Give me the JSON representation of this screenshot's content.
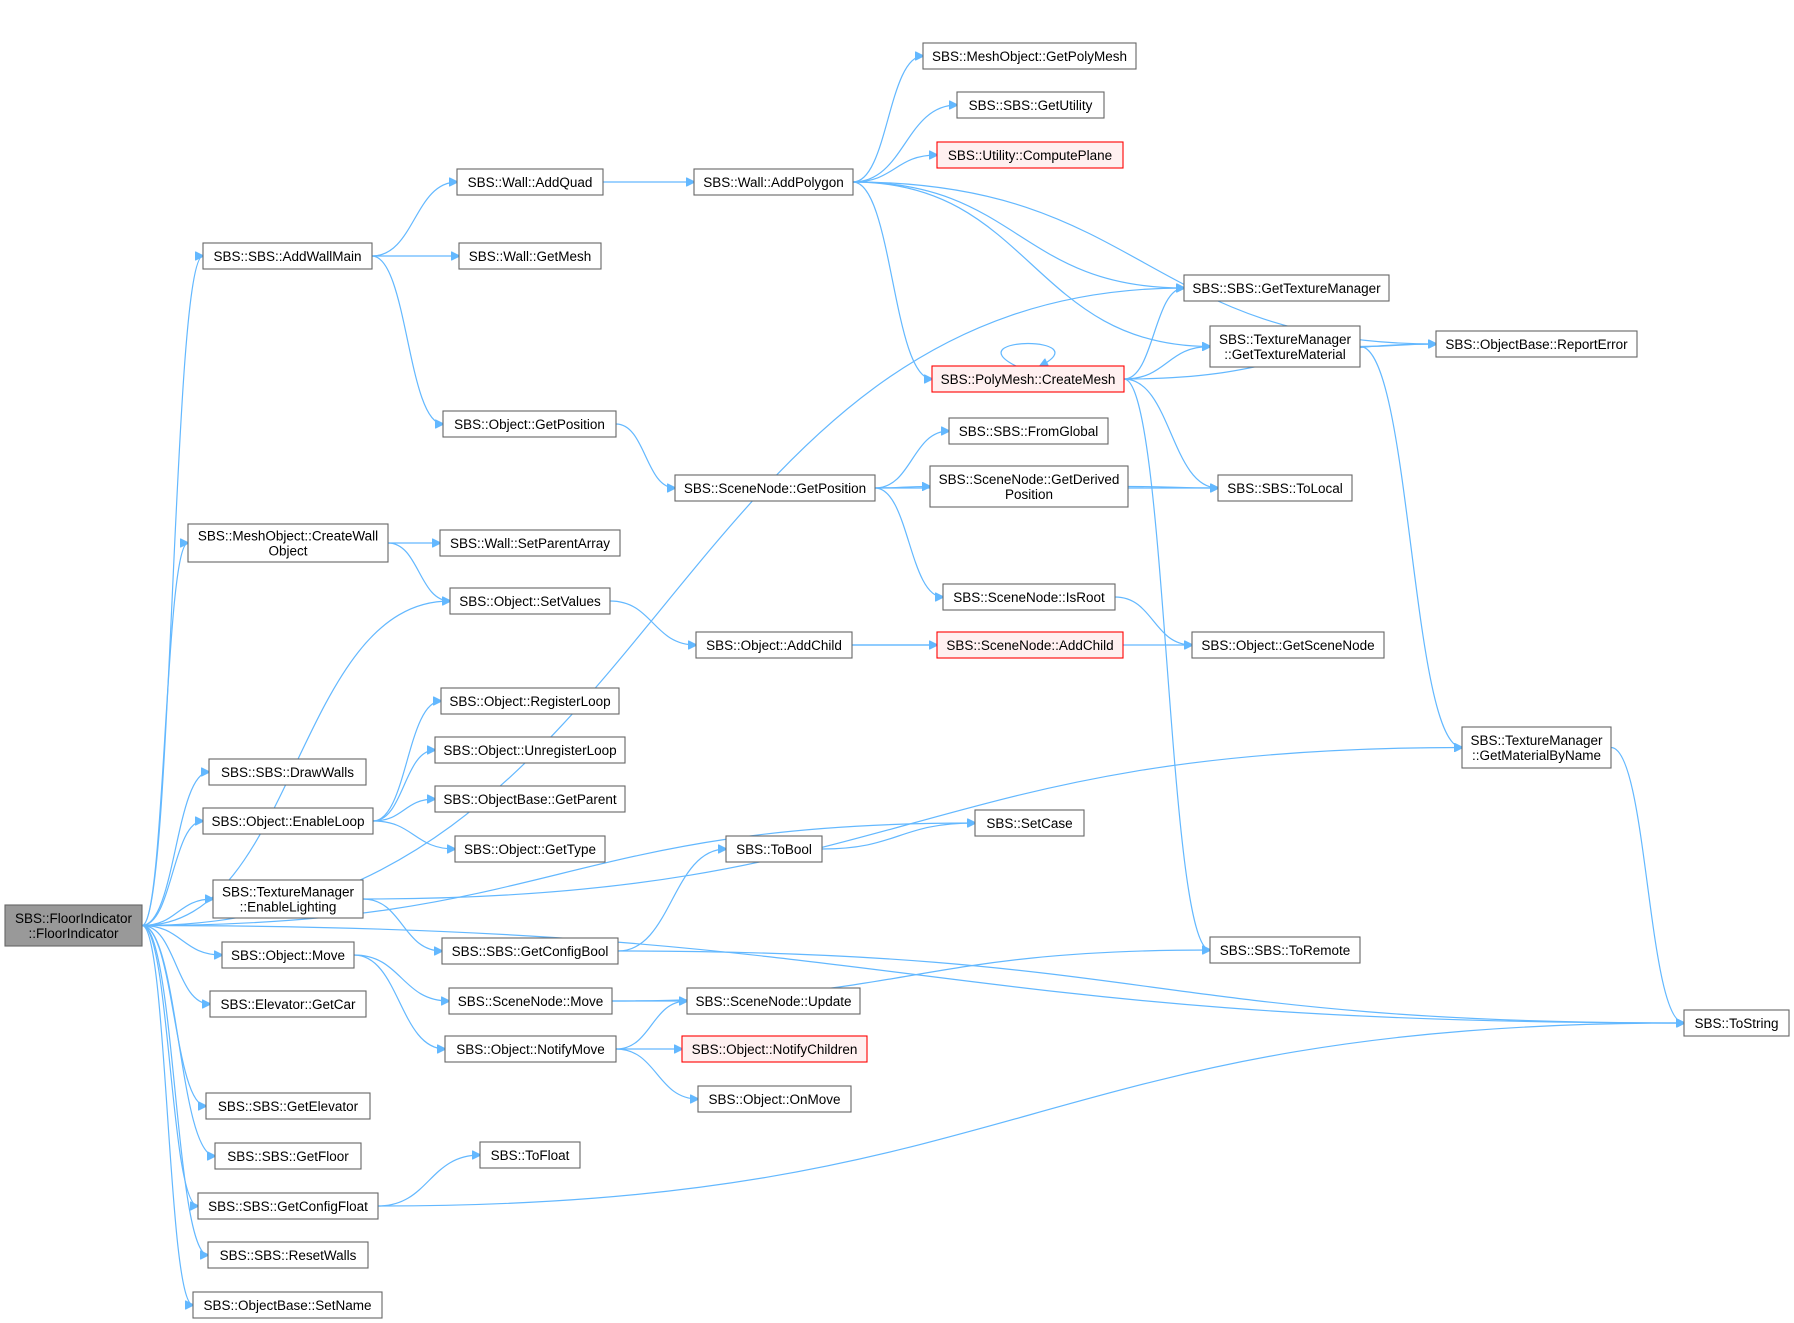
{
  "diagram": {
    "type": "call-graph",
    "colors": {
      "edge": "#63b8ff",
      "node_border": "#666666",
      "root_fill": "#999999",
      "truncated_border": "#ff0000",
      "truncated_fill": "#fff0f0"
    },
    "nodes": [
      {
        "id": "floorindicator",
        "lines": [
          "SBS::FloorIndicator",
          "::FloorIndicator"
        ],
        "style": "root"
      },
      {
        "id": "addwallmain",
        "lines": [
          "SBS::SBS::AddWallMain"
        ]
      },
      {
        "id": "addquad",
        "lines": [
          "SBS::Wall::AddQuad"
        ]
      },
      {
        "id": "wallgetmesh",
        "lines": [
          "SBS::Wall::GetMesh"
        ]
      },
      {
        "id": "objgetposition",
        "lines": [
          "SBS::Object::GetPosition"
        ]
      },
      {
        "id": "addpolygon",
        "lines": [
          "SBS::Wall::AddPolygon"
        ]
      },
      {
        "id": "getpolymesh",
        "lines": [
          "SBS::MeshObject::GetPolyMesh"
        ]
      },
      {
        "id": "getutility",
        "lines": [
          "SBS::SBS::GetUtility"
        ]
      },
      {
        "id": "computeplane",
        "lines": [
          "SBS::Utility::ComputePlane"
        ],
        "style": "red"
      },
      {
        "id": "gettexturemanager",
        "lines": [
          "SBS::SBS::GetTextureManager"
        ]
      },
      {
        "id": "gettexturematerial",
        "lines": [
          "SBS::TextureManager",
          "::GetTextureMaterial"
        ]
      },
      {
        "id": "reporterror",
        "lines": [
          "SBS::ObjectBase::ReportError"
        ]
      },
      {
        "id": "createmesh",
        "lines": [
          "SBS::PolyMesh::CreateMesh"
        ],
        "style": "red"
      },
      {
        "id": "fromglobal",
        "lines": [
          "SBS::SBS::FromGlobal"
        ]
      },
      {
        "id": "scenenodegetposition",
        "lines": [
          "SBS::SceneNode::GetPosition"
        ]
      },
      {
        "id": "getderivedposition",
        "lines": [
          "SBS::SceneNode::GetDerived",
          "Position"
        ]
      },
      {
        "id": "tolocal",
        "lines": [
          "SBS::SBS::ToLocal"
        ]
      },
      {
        "id": "createwallobject",
        "lines": [
          "SBS::MeshObject::CreateWall",
          "Object"
        ]
      },
      {
        "id": "setparentarray",
        "lines": [
          "SBS::Wall::SetParentArray"
        ]
      },
      {
        "id": "setvalues",
        "lines": [
          "SBS::Object::SetValues"
        ]
      },
      {
        "id": "isroot",
        "lines": [
          "SBS::SceneNode::IsRoot"
        ]
      },
      {
        "id": "objaddchild",
        "lines": [
          "SBS::Object::AddChild"
        ]
      },
      {
        "id": "scenenodeaddchild",
        "lines": [
          "SBS::SceneNode::AddChild"
        ],
        "style": "red"
      },
      {
        "id": "getscenenode",
        "lines": [
          "SBS::Object::GetSceneNode"
        ]
      },
      {
        "id": "registerloop",
        "lines": [
          "SBS::Object::RegisterLoop"
        ]
      },
      {
        "id": "unregisterloop",
        "lines": [
          "SBS::Object::UnregisterLoop"
        ]
      },
      {
        "id": "getparent",
        "lines": [
          "SBS::ObjectBase::GetParent"
        ]
      },
      {
        "id": "drawwalls",
        "lines": [
          "SBS::SBS::DrawWalls"
        ]
      },
      {
        "id": "enableloop",
        "lines": [
          "SBS::Object::EnableLoop"
        ]
      },
      {
        "id": "gettype",
        "lines": [
          "SBS::Object::GetType"
        ]
      },
      {
        "id": "getmaterialbyname",
        "lines": [
          "SBS::TextureManager",
          "::GetMaterialByName"
        ]
      },
      {
        "id": "setcase",
        "lines": [
          "SBS::SetCase"
        ]
      },
      {
        "id": "tobool",
        "lines": [
          "SBS::ToBool"
        ]
      },
      {
        "id": "enablelighting",
        "lines": [
          "SBS::TextureManager",
          "::EnableLighting"
        ]
      },
      {
        "id": "getconfigbool",
        "lines": [
          "SBS::SBS::GetConfigBool"
        ]
      },
      {
        "id": "objmove",
        "lines": [
          "SBS::Object::Move"
        ]
      },
      {
        "id": "toremote",
        "lines": [
          "SBS::SBS::ToRemote"
        ]
      },
      {
        "id": "scenenodemove",
        "lines": [
          "SBS::SceneNode::Move"
        ]
      },
      {
        "id": "update",
        "lines": [
          "SBS::SceneNode::Update"
        ]
      },
      {
        "id": "getcar",
        "lines": [
          "SBS::Elevator::GetCar"
        ]
      },
      {
        "id": "notifymove",
        "lines": [
          "SBS::Object::NotifyMove"
        ]
      },
      {
        "id": "notifychildren",
        "lines": [
          "SBS::Object::NotifyChildren"
        ],
        "style": "red"
      },
      {
        "id": "onmove",
        "lines": [
          "SBS::Object::OnMove"
        ]
      },
      {
        "id": "tostring",
        "lines": [
          "SBS::ToString"
        ]
      },
      {
        "id": "getelevator",
        "lines": [
          "SBS::SBS::GetElevator"
        ]
      },
      {
        "id": "getfloor",
        "lines": [
          "SBS::SBS::GetFloor"
        ]
      },
      {
        "id": "tofloat",
        "lines": [
          "SBS::ToFloat"
        ]
      },
      {
        "id": "getconfigfloat",
        "lines": [
          "SBS::SBS::GetConfigFloat"
        ]
      },
      {
        "id": "resetwalls",
        "lines": [
          "SBS::SBS::ResetWalls"
        ]
      },
      {
        "id": "setname",
        "lines": [
          "SBS::ObjectBase::SetName"
        ]
      }
    ],
    "edges": [
      [
        "floorindicator",
        "addwallmain"
      ],
      [
        "floorindicator",
        "gettexturemanager"
      ],
      [
        "floorindicator",
        "createwallobject"
      ],
      [
        "floorindicator",
        "setvalues"
      ],
      [
        "floorindicator",
        "setcase"
      ],
      [
        "floorindicator",
        "drawwalls"
      ],
      [
        "floorindicator",
        "enableloop"
      ],
      [
        "floorindicator",
        "enablelighting"
      ],
      [
        "floorindicator",
        "objmove"
      ],
      [
        "floorindicator",
        "getcar"
      ],
      [
        "floorindicator",
        "tostring"
      ],
      [
        "floorindicator",
        "getelevator"
      ],
      [
        "floorindicator",
        "getfloor"
      ],
      [
        "floorindicator",
        "getconfigfloat"
      ],
      [
        "floorindicator",
        "resetwalls"
      ],
      [
        "floorindicator",
        "setname"
      ],
      [
        "addwallmain",
        "addquad"
      ],
      [
        "addwallmain",
        "wallgetmesh"
      ],
      [
        "addwallmain",
        "objgetposition"
      ],
      [
        "addquad",
        "addpolygon"
      ],
      [
        "addpolygon",
        "getpolymesh"
      ],
      [
        "addpolygon",
        "getutility"
      ],
      [
        "addpolygon",
        "computeplane"
      ],
      [
        "addpolygon",
        "gettexturemanager"
      ],
      [
        "addpolygon",
        "gettexturematerial"
      ],
      [
        "addpolygon",
        "reporterror"
      ],
      [
        "addpolygon",
        "createmesh"
      ],
      [
        "createmesh",
        "createmesh"
      ],
      [
        "createmesh",
        "gettexturemanager"
      ],
      [
        "createmesh",
        "gettexturematerial"
      ],
      [
        "createmesh",
        "reporterror"
      ],
      [
        "createmesh",
        "tolocal"
      ],
      [
        "createmesh",
        "toremote"
      ],
      [
        "gettexturematerial",
        "reporterror"
      ],
      [
        "gettexturematerial",
        "getmaterialbyname"
      ],
      [
        "getmaterialbyname",
        "tostring"
      ],
      [
        "objgetposition",
        "scenenodegetposition"
      ],
      [
        "scenenodegetposition",
        "fromglobal"
      ],
      [
        "scenenodegetposition",
        "getderivedposition"
      ],
      [
        "scenenodegetposition",
        "tolocal"
      ],
      [
        "scenenodegetposition",
        "isroot"
      ],
      [
        "getderivedposition",
        "tolocal"
      ],
      [
        "createwallobject",
        "setparentarray"
      ],
      [
        "createwallobject",
        "setvalues"
      ],
      [
        "setvalues",
        "objaddchild"
      ],
      [
        "objaddchild",
        "scenenodeaddchild"
      ],
      [
        "objaddchild",
        "getscenenode"
      ],
      [
        "isroot",
        "getscenenode"
      ],
      [
        "enableloop",
        "registerloop"
      ],
      [
        "enableloop",
        "unregisterloop"
      ],
      [
        "enableloop",
        "getparent"
      ],
      [
        "enableloop",
        "gettype"
      ],
      [
        "enablelighting",
        "getmaterialbyname"
      ],
      [
        "enablelighting",
        "getconfigbool"
      ],
      [
        "getconfigbool",
        "tobool"
      ],
      [
        "getconfigbool",
        "tostring"
      ],
      [
        "tobool",
        "setcase"
      ],
      [
        "objmove",
        "scenenodemove"
      ],
      [
        "objmove",
        "notifymove"
      ],
      [
        "scenenodemove",
        "toremote"
      ],
      [
        "scenenodemove",
        "update"
      ],
      [
        "notifymove",
        "update"
      ],
      [
        "notifymove",
        "notifychildren"
      ],
      [
        "notifymove",
        "onmove"
      ],
      [
        "getconfigfloat",
        "tofloat"
      ],
      [
        "getconfigfloat",
        "tostring"
      ]
    ]
  }
}
